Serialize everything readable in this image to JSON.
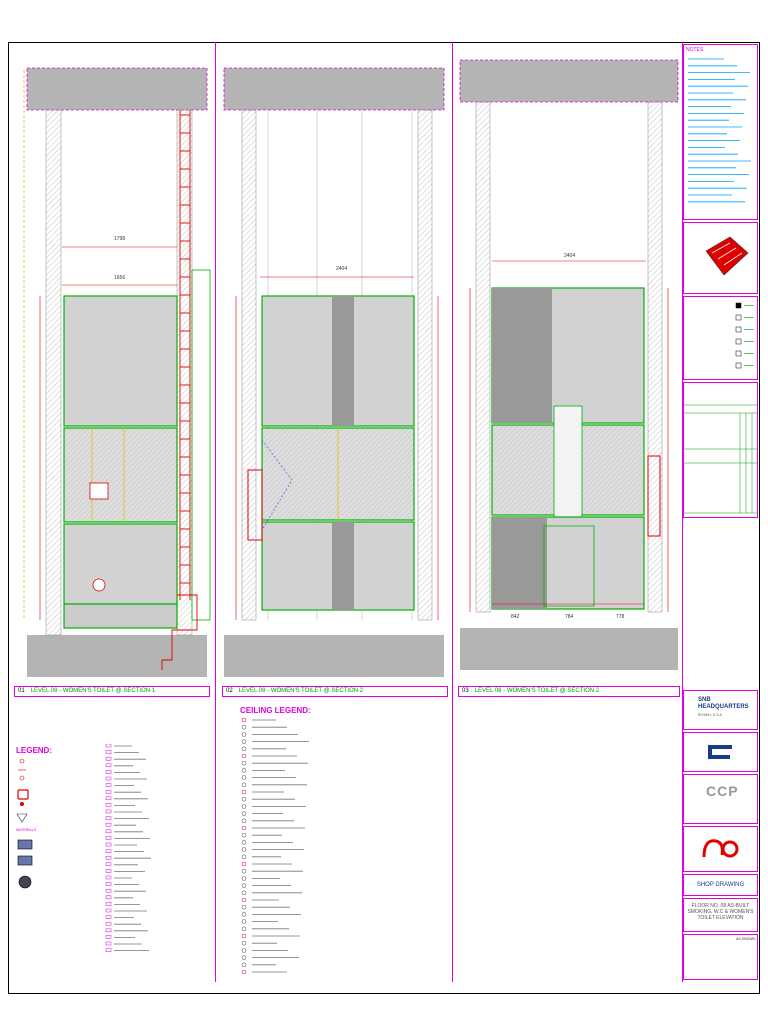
{
  "sections": [
    {
      "id": "sec1",
      "number": "01",
      "title": "LEVEL 08 - WOMEN'S TOILET @ SECTION 1",
      "dims": [
        "1798",
        "1656"
      ]
    },
    {
      "id": "sec2",
      "number": "02",
      "title": "LEVEL 08 - WOMEN'S TOILET @ SECTION 2",
      "dims": [
        "2404"
      ]
    },
    {
      "id": "sec3",
      "number": "03",
      "title": "LEVEL 08 - WOMEN'S TOILET @ SECTION 2",
      "dims": [
        "2404",
        "842",
        "784",
        "778"
      ]
    }
  ],
  "legend": {
    "title": "LEGEND:",
    "materials_label": "MATERIALS"
  },
  "ceiling_legend": {
    "title": "CEILING LEGEND:"
  },
  "title_block": {
    "notes_label": "NOTES",
    "client": "SNB HEADQUARTERS",
    "location": "RIYADH, K.S.A",
    "drawing_type": "SHOP DRAWING",
    "drawing_title": "FLOOR NO. 08 AS-BUILT SMOKING, W.C & WOMEN'S TOILET ELEVATION",
    "scale": "AS SHOWN",
    "logo_ccp": "CCP"
  },
  "colors": {
    "frame": "#e000e0",
    "green": "#00b000",
    "red": "#e00000",
    "gray": "#b4b4b4",
    "dark": "#555555"
  }
}
